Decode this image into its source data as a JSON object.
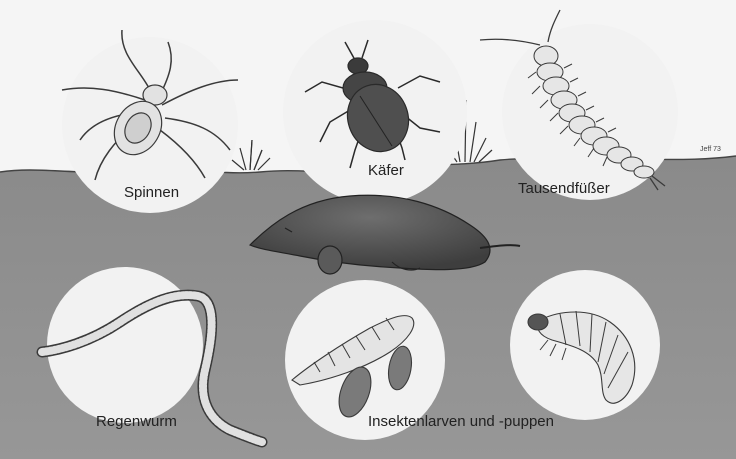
{
  "labels": {
    "spiders": "Spinnen",
    "beetle": "Käfer",
    "millipede": "Tausendfüßer",
    "earthworm": "Regenwurm",
    "larvae": "Insektenlarven und -puppen"
  },
  "signature": "Jeff 73",
  "colors": {
    "sky": "#f5f5f5",
    "soil": "#8d8d8d",
    "circle": "#f2f2f2",
    "outline": "#3a3a3a",
    "mole": "#4e4e4e"
  }
}
